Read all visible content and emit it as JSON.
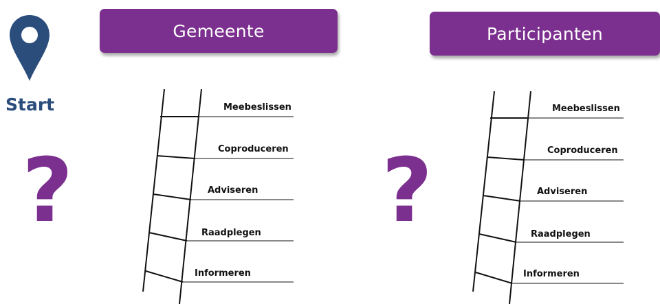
{
  "start": {
    "label": "Start",
    "icon": "map-pin-icon",
    "color": "#2b4d7c"
  },
  "accent_color": "#7b2f8e",
  "question_mark": "?",
  "panels": [
    {
      "header": "Gemeente",
      "steps": [
        "Meebeslissen",
        "Coproduceren",
        "Adviseren",
        "Raadplegen",
        "Informeren"
      ]
    },
    {
      "header": "Participanten",
      "steps": [
        "Meebeslissen",
        "Coproduceren",
        "Adviseren",
        "Raadplegen",
        "Informeren"
      ]
    }
  ]
}
